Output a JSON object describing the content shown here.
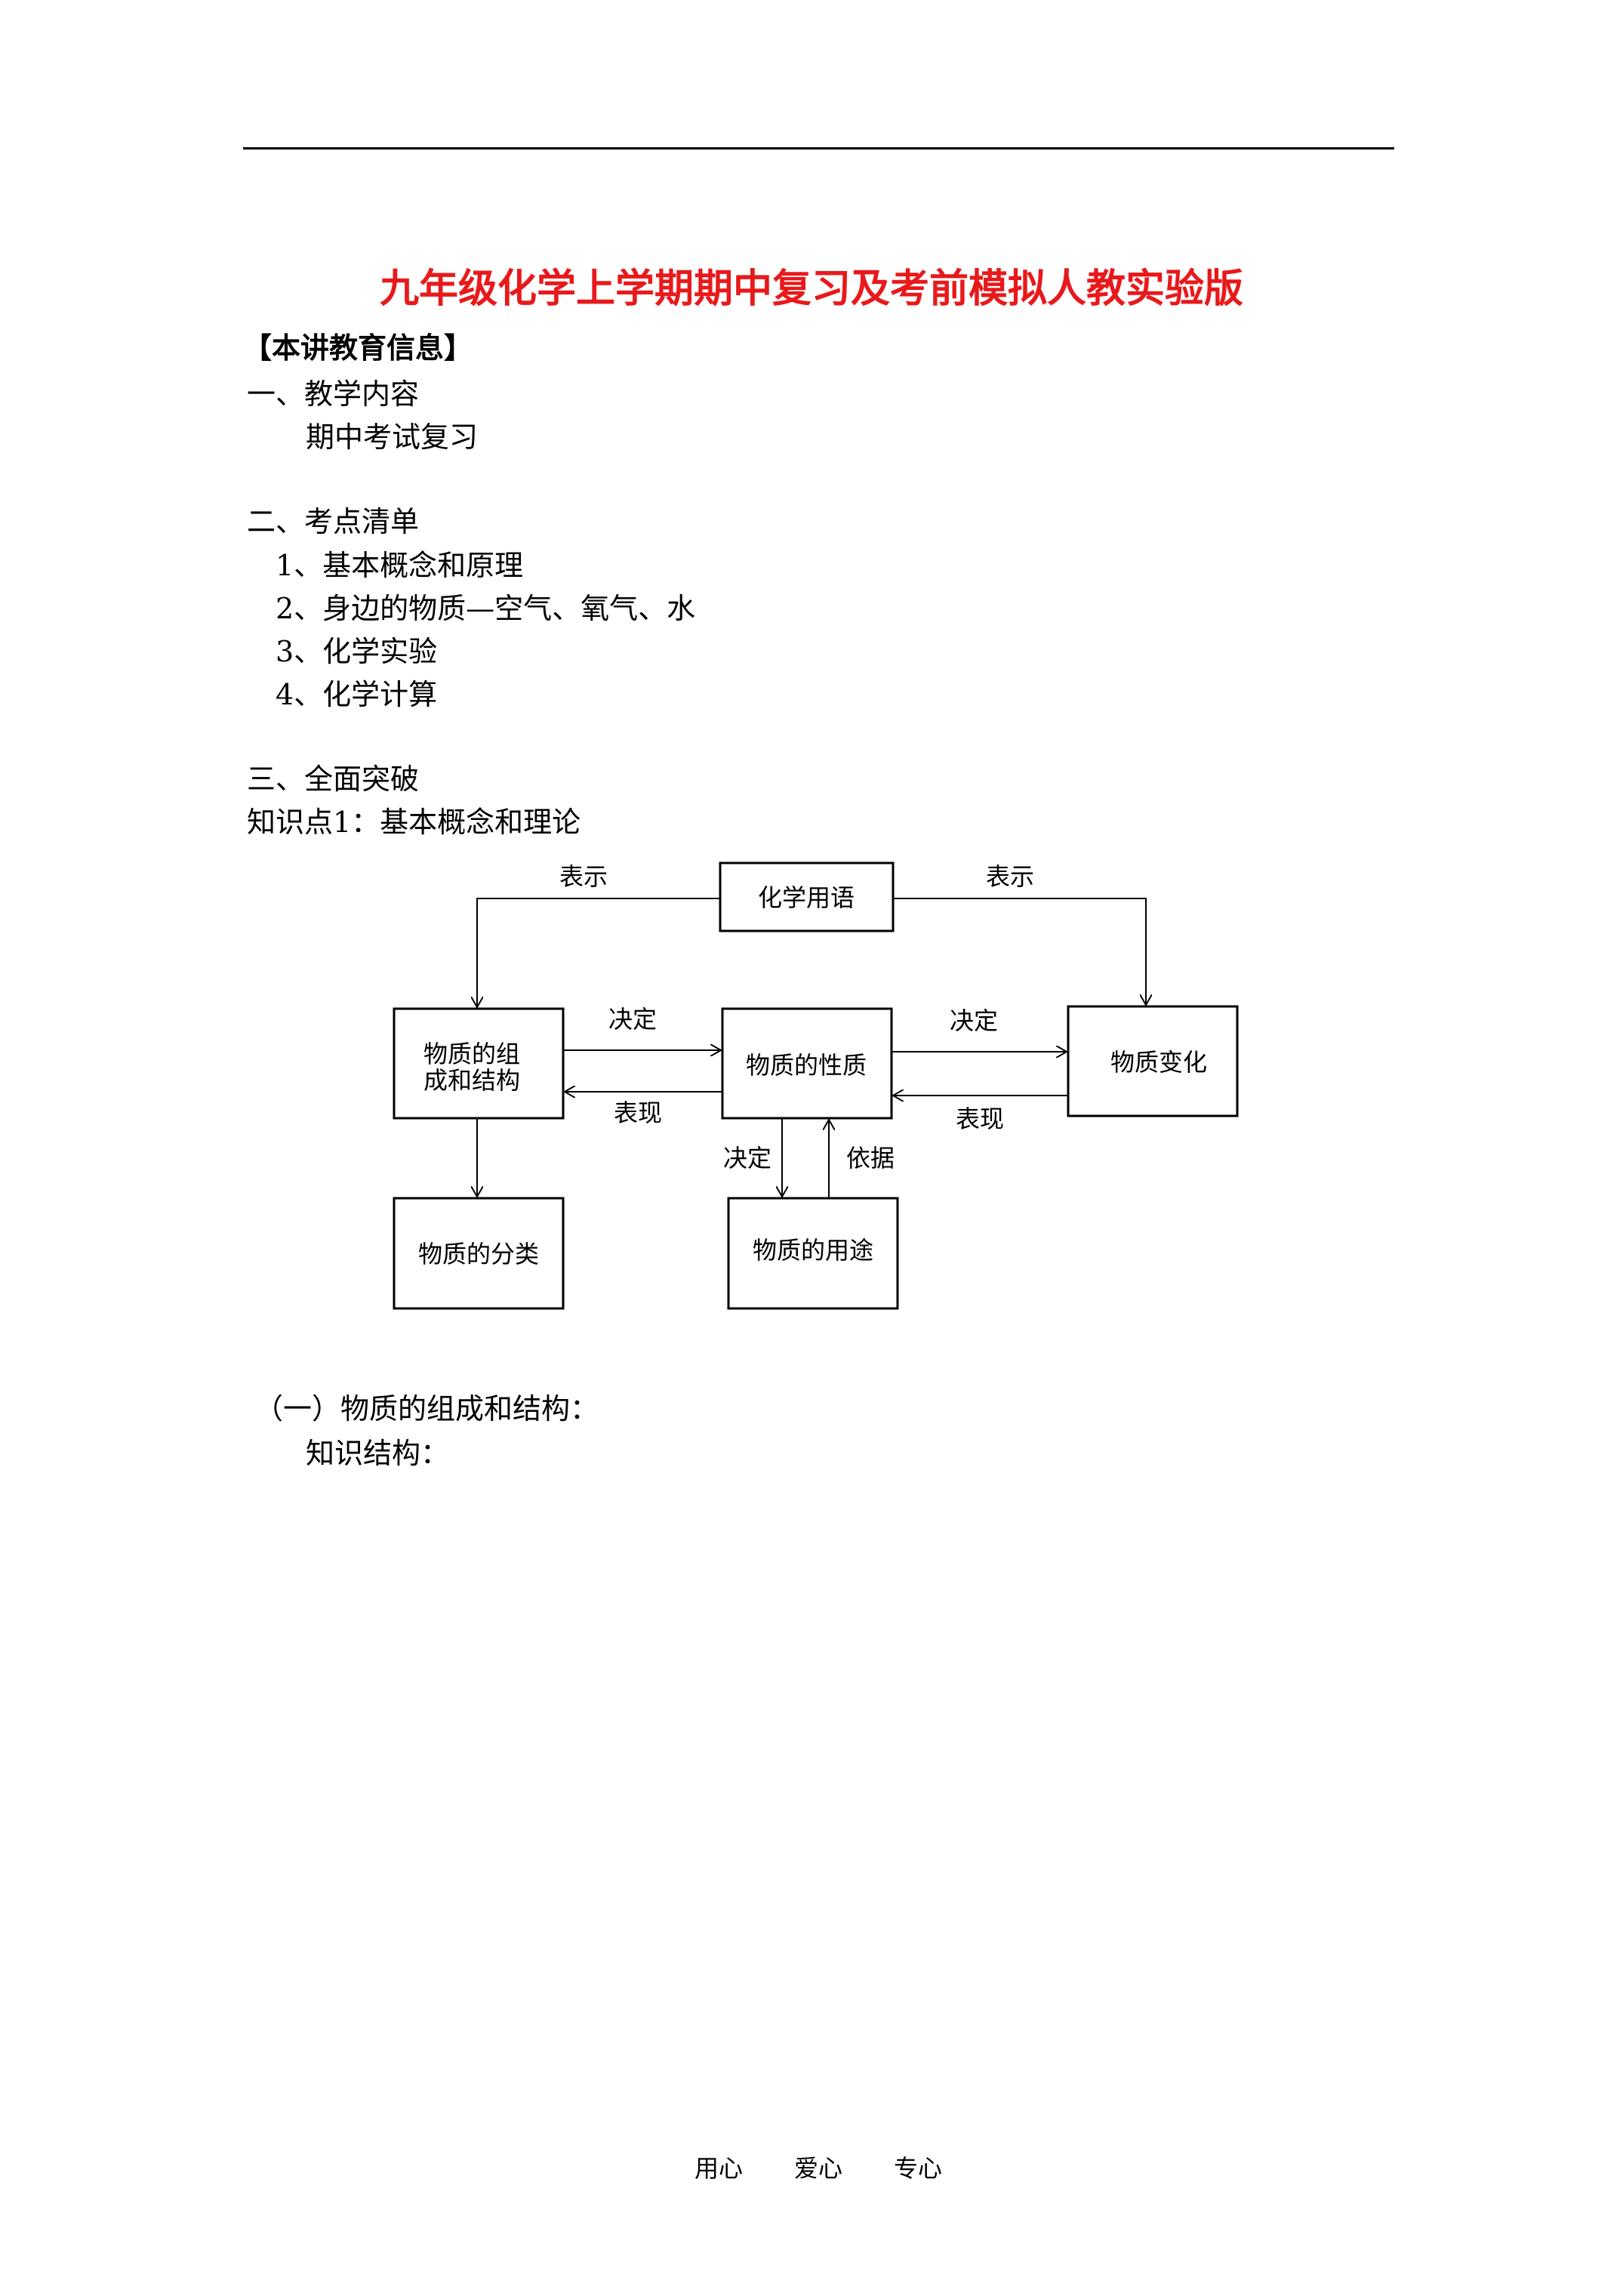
{
  "title": "九年级化学上学期期中复习及考前模拟人教实验版",
  "section_header": "【本讲教育信息】",
  "teaching_content": {
    "heading": "一、教学内容",
    "text": "期中考试复习"
  },
  "checklist": {
    "heading": "二、考点清单",
    "items": [
      "1、基本概念和原理",
      "2、身边的物质—空气、氧气、水",
      "3、化学实验",
      "4、化学计算"
    ]
  },
  "breakthrough": {
    "heading": "三、全面突破",
    "knowledge_point": "知识点1：基本概念和理论"
  },
  "diagram": {
    "boxes": {
      "chem_language": "化学用语",
      "composition_line1": "物质的组",
      "composition_line2": "成和结构",
      "properties": "物质的性质",
      "change": "物质变化",
      "classification": "物质的分类",
      "uses": "物质的用途"
    },
    "labels": {
      "represent_left": "表示",
      "represent_right": "表示",
      "determine_left": "决定",
      "manifest_left": "表现",
      "determine_right": "决定",
      "manifest_right": "表现",
      "determine_down": "决定",
      "basis": "依据"
    }
  },
  "subsection": {
    "heading": "（一）物质的组成和结构：",
    "text": "知识结构："
  },
  "footer": [
    "用心",
    "爱心",
    "专心"
  ]
}
